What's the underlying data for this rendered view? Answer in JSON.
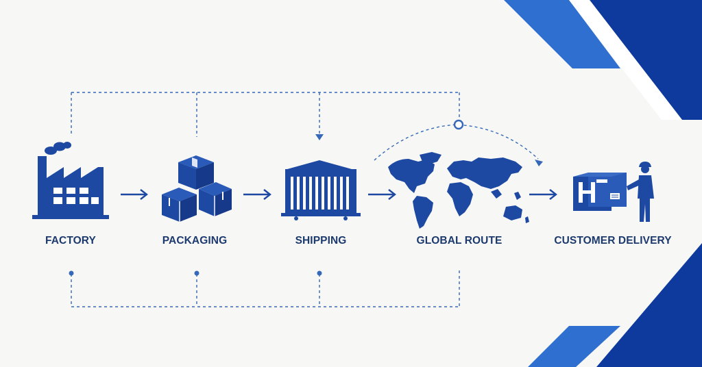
{
  "colors": {
    "background": "#f7f7f5",
    "icon": "#1d49a3",
    "label": "#1c3a6e",
    "connector": "#3568b8",
    "accent_dark": "#0d3a9c",
    "accent_light": "#2f6fd0"
  },
  "steps": [
    {
      "label": "FACTORY",
      "icon": "factory-icon"
    },
    {
      "label": "PACKAGING",
      "icon": "boxes-icon"
    },
    {
      "label": "SHIPPING",
      "icon": "shipping-container-icon"
    },
    {
      "label": "GLOBAL ROUTE",
      "icon": "world-map-icon"
    },
    {
      "label": "CUSTOMER DELIVERY",
      "icon": "delivery-person-icon"
    }
  ]
}
